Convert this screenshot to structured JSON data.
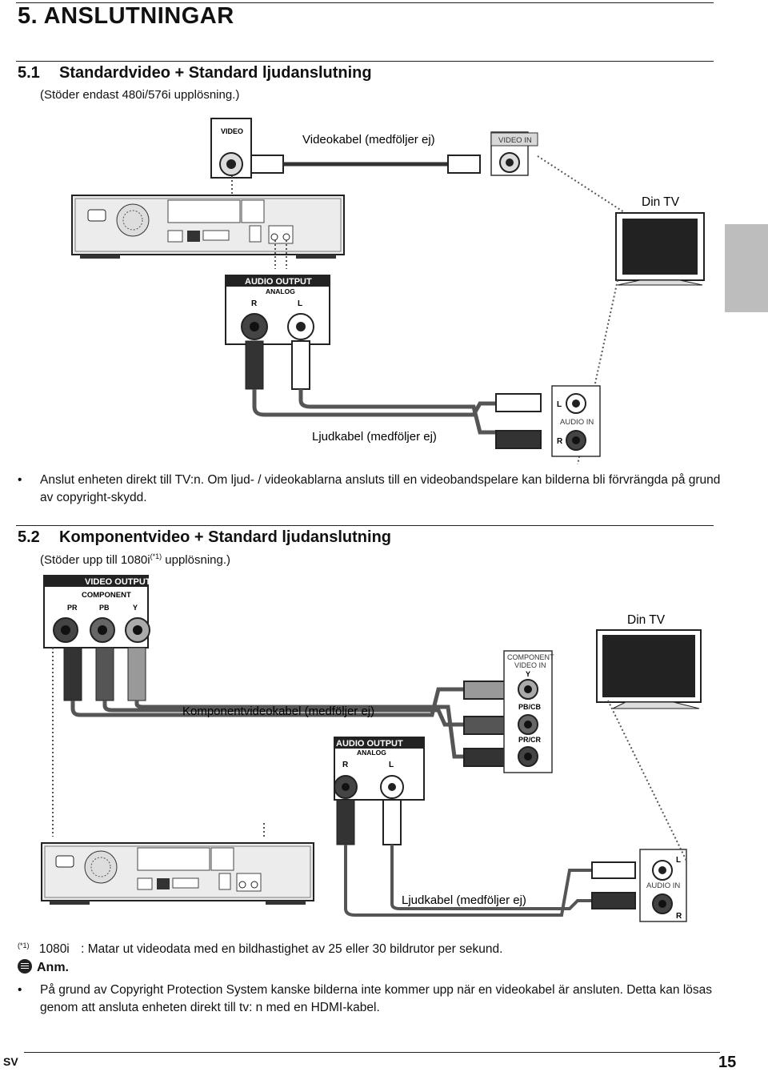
{
  "page": {
    "chapter_title": "5.  ANSLUTNINGAR",
    "page_number": "15",
    "language_tag": "SV"
  },
  "section1": {
    "number": "5.1",
    "title": "Standardvideo + Standard ljudanslutning",
    "subtitle": "(Stöder endast 480i/576i upplösning.)",
    "diagram": {
      "video_jack_label": "VIDEO",
      "video_cable_label": "Videokabel (medföljer ej)",
      "tv_video_in_label": "VIDEO IN",
      "tv_label": "Din TV",
      "audio_output_title": "AUDIO OUTPUT",
      "audio_output_sub": "ANALOG",
      "audio_r": "R",
      "audio_l": "L",
      "audio_cable_label": "Ljudkabel (medföljer ej)",
      "tv_audio_in_label": "AUDIO IN",
      "tv_audio_l": "L",
      "tv_audio_r": "R"
    },
    "bullet": "Anslut enheten direkt till TV:n. Om ljud- / videokablarna ansluts till en videobandspelare kan bilderna bli förvrängda på grund av copyright-skydd."
  },
  "section2": {
    "number": "5.2",
    "title": "Komponentvideo + Standard ljudanslutning",
    "subtitle_pre": "(Stöder upp till 1080i",
    "subtitle_sup": "(*1)",
    "subtitle_post": " upplösning.)",
    "diagram": {
      "video_output_title": "VIDEO OUTPUT",
      "video_output_sub": "COMPONENT",
      "jack_pr": "PR",
      "jack_pb": "PB",
      "jack_y": "Y",
      "tv_label": "Din TV",
      "component_in_line1": "COMPONENT",
      "component_in_line2": "VIDEO IN",
      "component_in_y": "Y",
      "component_in_pb": "PB/CB",
      "component_in_pr": "PR/CR",
      "component_cable_label": "Komponentvideokabel (medföljer ej)",
      "audio_output_title": "AUDIO OUTPUT",
      "audio_output_sub": "ANALOG",
      "audio_r": "R",
      "audio_l": "L",
      "audio_cable_label": "Ljudkabel (medföljer ej)",
      "tv_audio_in_label": "AUDIO IN",
      "tv_audio_l": "L",
      "tv_audio_r": "R"
    }
  },
  "footnote": {
    "marker": "(*1)",
    "term": "1080i",
    "text": ": Matar ut videodata med en bildhastighet av 25 eller 30 bildrutor per sekund."
  },
  "note": {
    "heading": "Anm.",
    "bullet": "På grund av Copyright Protection System kanske bilderna inte kommer upp när en videokabel är ansluten. Detta kan lösas genom att ansluta enheten direkt till tv: n med en HDMI-kabel."
  }
}
